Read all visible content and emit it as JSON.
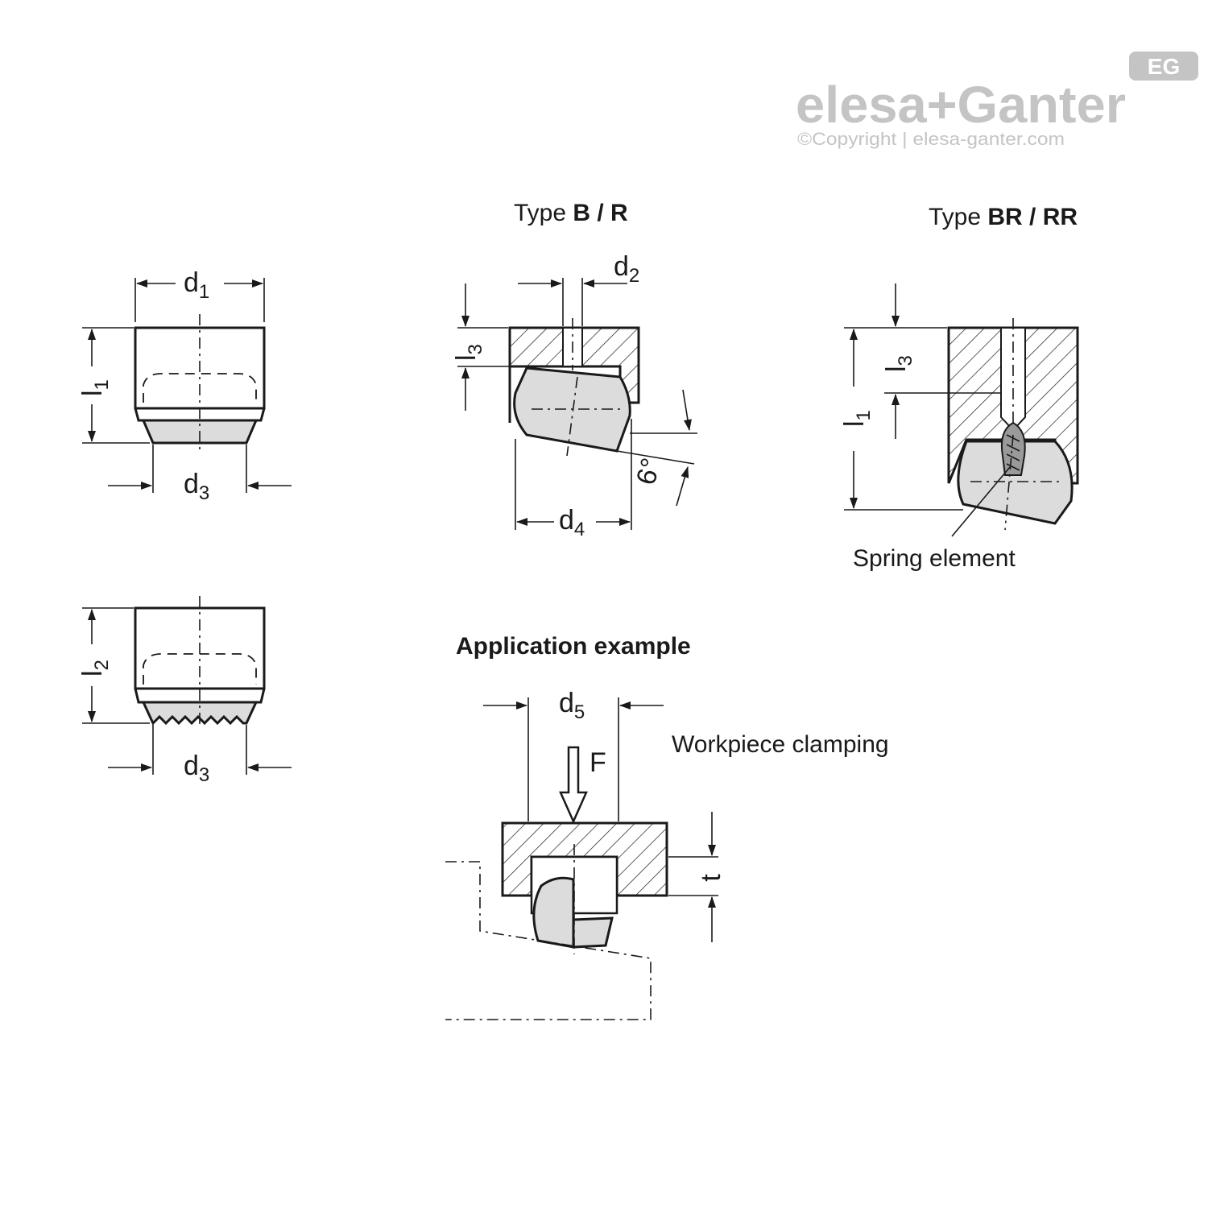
{
  "brand": {
    "badge": "EG",
    "logo": "elesa+Ganter",
    "copyright": "©Copyright | elesa-ganter.com"
  },
  "captions": {
    "type_b_r": {
      "prefix": "Type ",
      "bold": "B / R"
    },
    "type_br_rr": {
      "prefix": "Type ",
      "bold": "BR / RR"
    },
    "application": "Application example",
    "spring": "Spring element",
    "clamping": "Workpiece clamping"
  },
  "dims": {
    "d1": {
      "base": "d",
      "sub": "1"
    },
    "d2": {
      "base": "d",
      "sub": "2"
    },
    "d3a": {
      "base": "d",
      "sub": "3"
    },
    "d3b": {
      "base": "d",
      "sub": "3"
    },
    "d4": {
      "base": "d",
      "sub": "4"
    },
    "d5": {
      "base": "d",
      "sub": "5"
    },
    "l1a": {
      "base": "l",
      "sub": "1"
    },
    "l1b": {
      "base": "l",
      "sub": "1"
    },
    "l2": {
      "base": "l",
      "sub": "2"
    },
    "l3a": {
      "base": "l",
      "sub": "3"
    },
    "l3b": {
      "base": "l",
      "sub": "3"
    },
    "angle": "6°",
    "force": "F",
    "t": "t"
  }
}
